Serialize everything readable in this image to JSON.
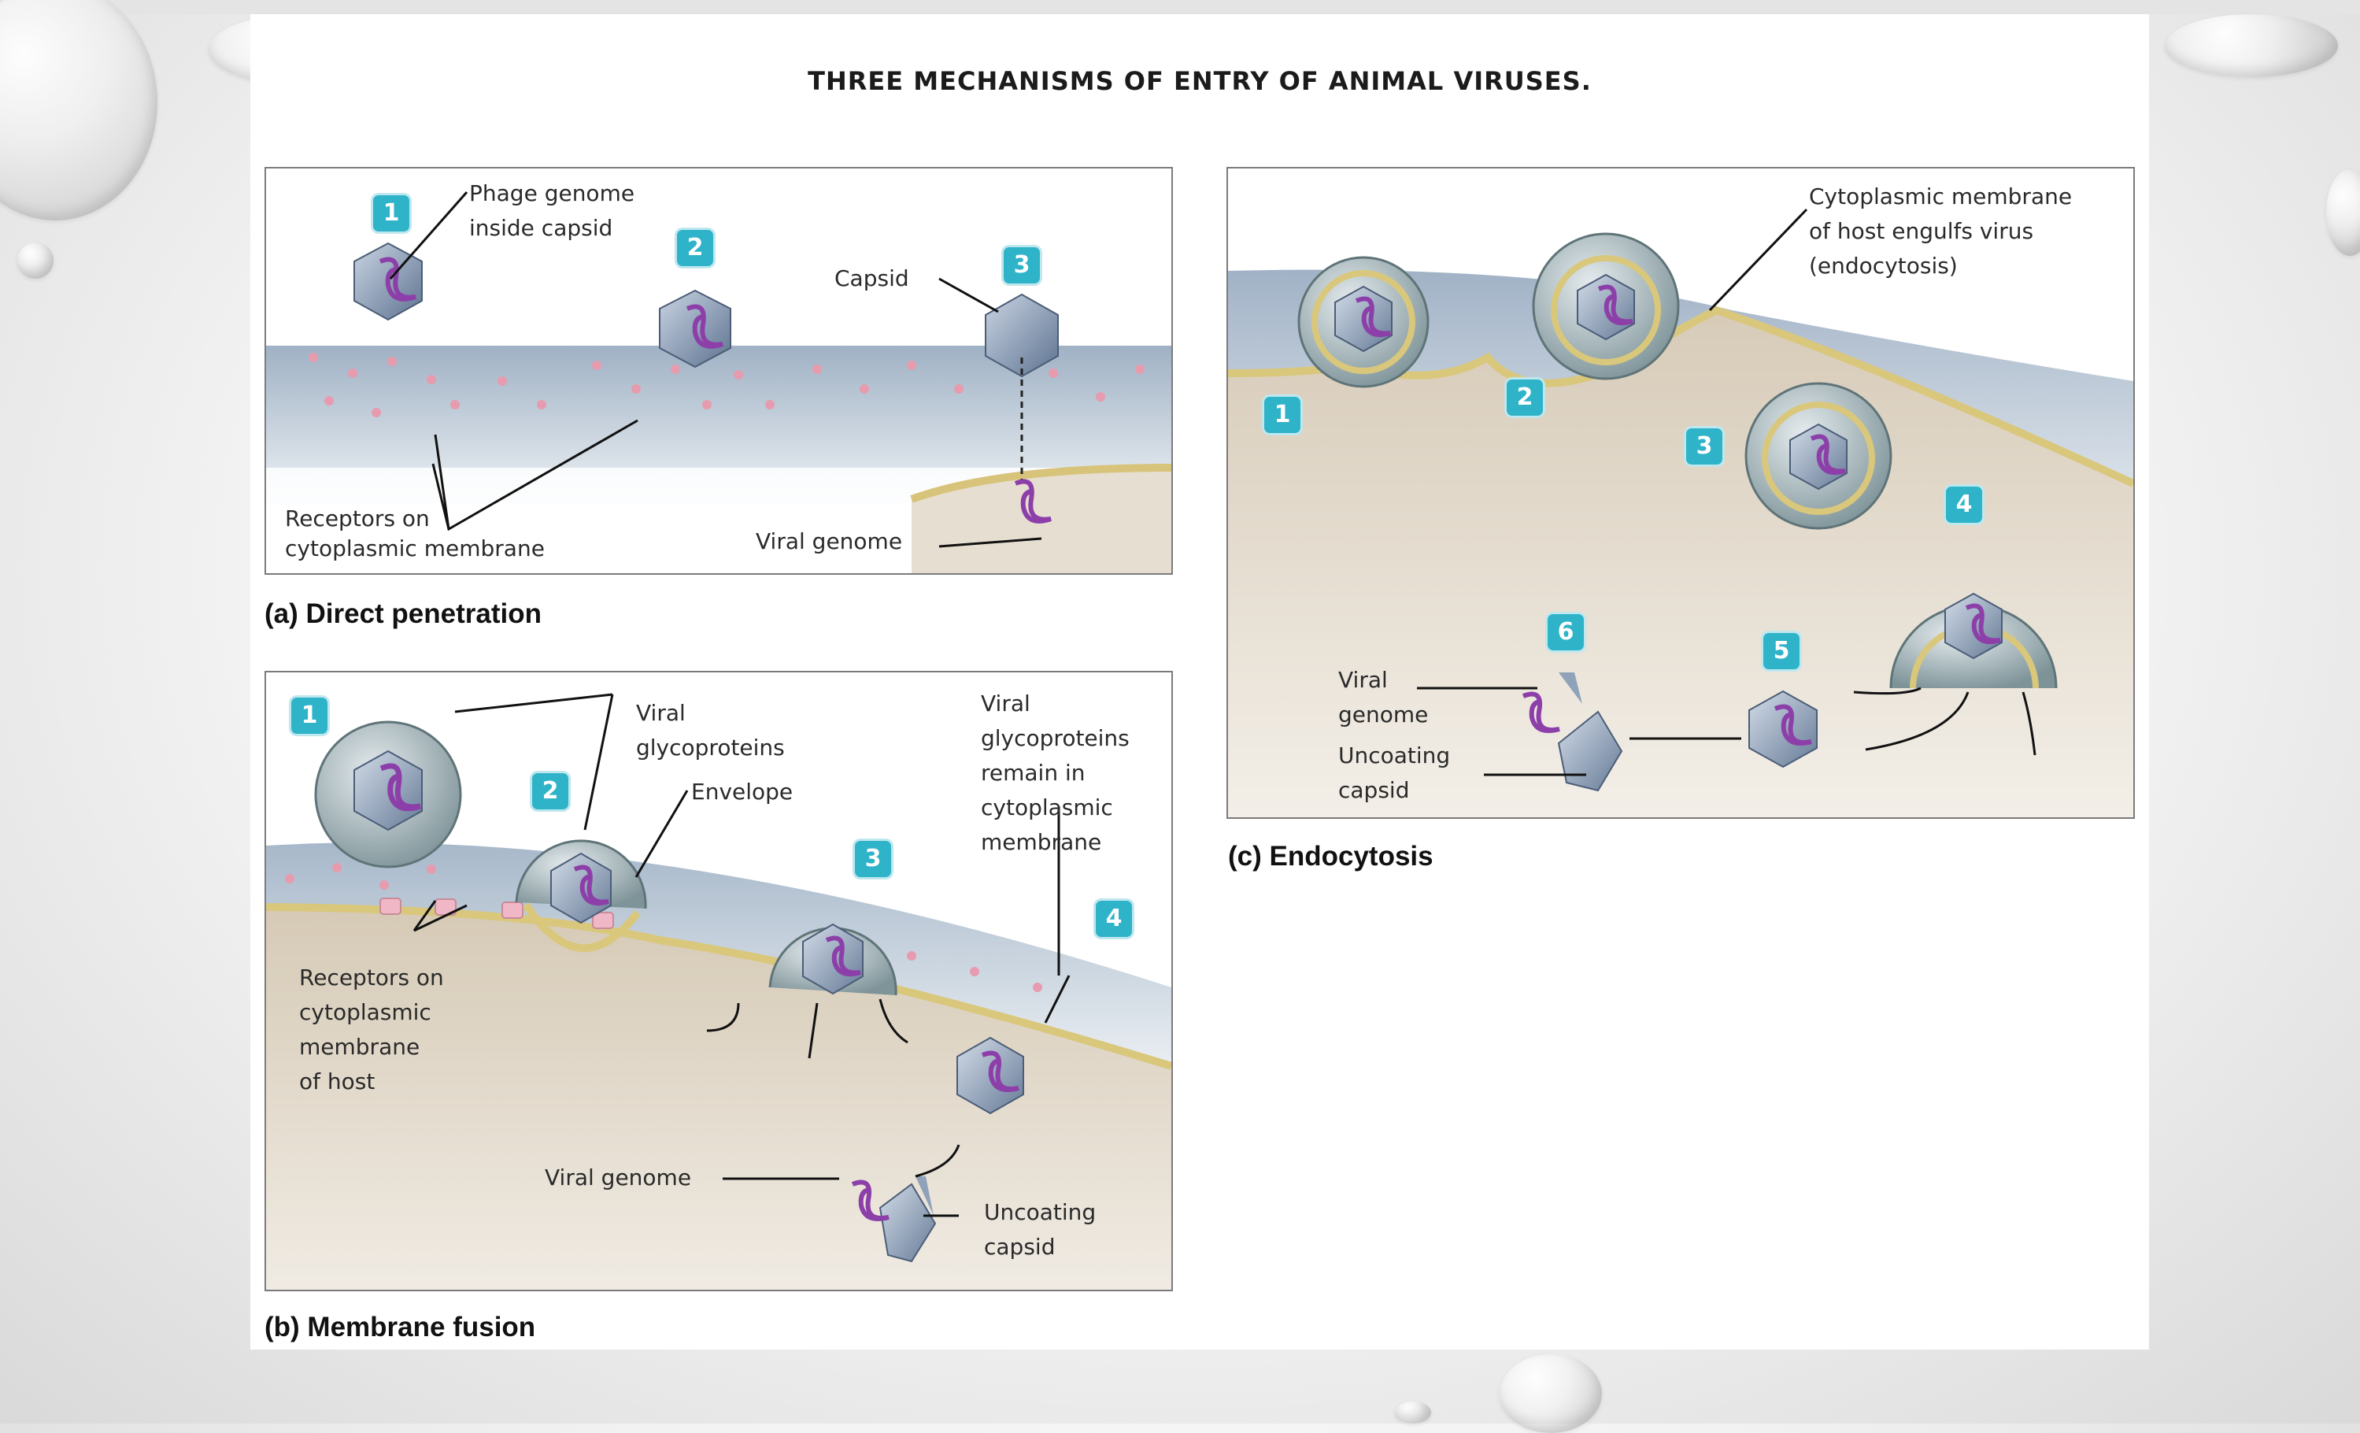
{
  "title": "THREE MECHANISMS OF ENTRY OF ANIMAL VIRUSES.",
  "panel_a": {
    "caption": "(a) Direct penetration",
    "steps": [
      "1",
      "2",
      "3"
    ],
    "labels": {
      "phage_genome_1": "Phage genome",
      "phage_genome_2": "inside capsid",
      "capsid": "Capsid",
      "receptors_1": "Receptors on",
      "receptors_2": "cytoplasmic membrane",
      "viral_genome": "Viral genome"
    }
  },
  "panel_b": {
    "caption": "(b) Membrane fusion",
    "steps": [
      "1",
      "2",
      "3",
      "4"
    ],
    "labels": {
      "viral_glyco_1": "Viral",
      "viral_glyco_2": "glycoproteins",
      "envelope": "Envelope",
      "remain_1": "Viral",
      "remain_2": "glycoproteins",
      "remain_3": "remain in",
      "remain_4": "cytoplasmic",
      "remain_5": "membrane",
      "receptors_1": "Receptors on",
      "receptors_2": "cytoplasmic",
      "receptors_3": "membrane",
      "receptors_4": "of host",
      "viral_genome": "Viral genome",
      "uncoating_1": "Uncoating",
      "uncoating_2": "capsid"
    }
  },
  "panel_c": {
    "caption": "(c) Endocytosis",
    "steps": [
      "1",
      "2",
      "3",
      "4",
      "5",
      "6"
    ],
    "labels": {
      "engulf_1": "Cytoplasmic membrane",
      "engulf_2": "of host engulfs virus",
      "engulf_3": "(endocytosis)",
      "viral_genome_1": "Viral",
      "viral_genome_2": "genome",
      "uncoating_1": "Uncoating",
      "uncoating_2": "capsid"
    }
  },
  "colors": {
    "badge": "#2fb3c9",
    "membrane": "#b9c6d3",
    "cytoplasm": "#e0d6c6",
    "receptor": "#e8a0b0",
    "genome": "#8d3fa9",
    "capsid": "#7f93ad"
  }
}
